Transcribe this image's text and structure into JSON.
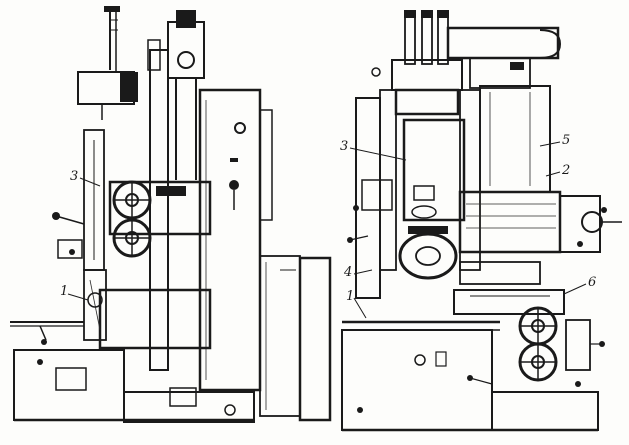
{
  "figure": {
    "left_view": {
      "callouts": [
        {
          "id": "left-3",
          "text": "3"
        },
        {
          "id": "left-1",
          "text": "1"
        }
      ]
    },
    "right_view": {
      "callouts": [
        {
          "id": "right-3",
          "text": "3"
        },
        {
          "id": "right-5",
          "text": "5"
        },
        {
          "id": "right-2",
          "text": "2"
        },
        {
          "id": "right-4",
          "text": "4"
        },
        {
          "id": "right-1",
          "text": "1"
        },
        {
          "id": "right-6",
          "text": "6"
        }
      ]
    }
  },
  "colors": {
    "ink": "#1a1a1a",
    "paper": "#fdfdfb"
  }
}
